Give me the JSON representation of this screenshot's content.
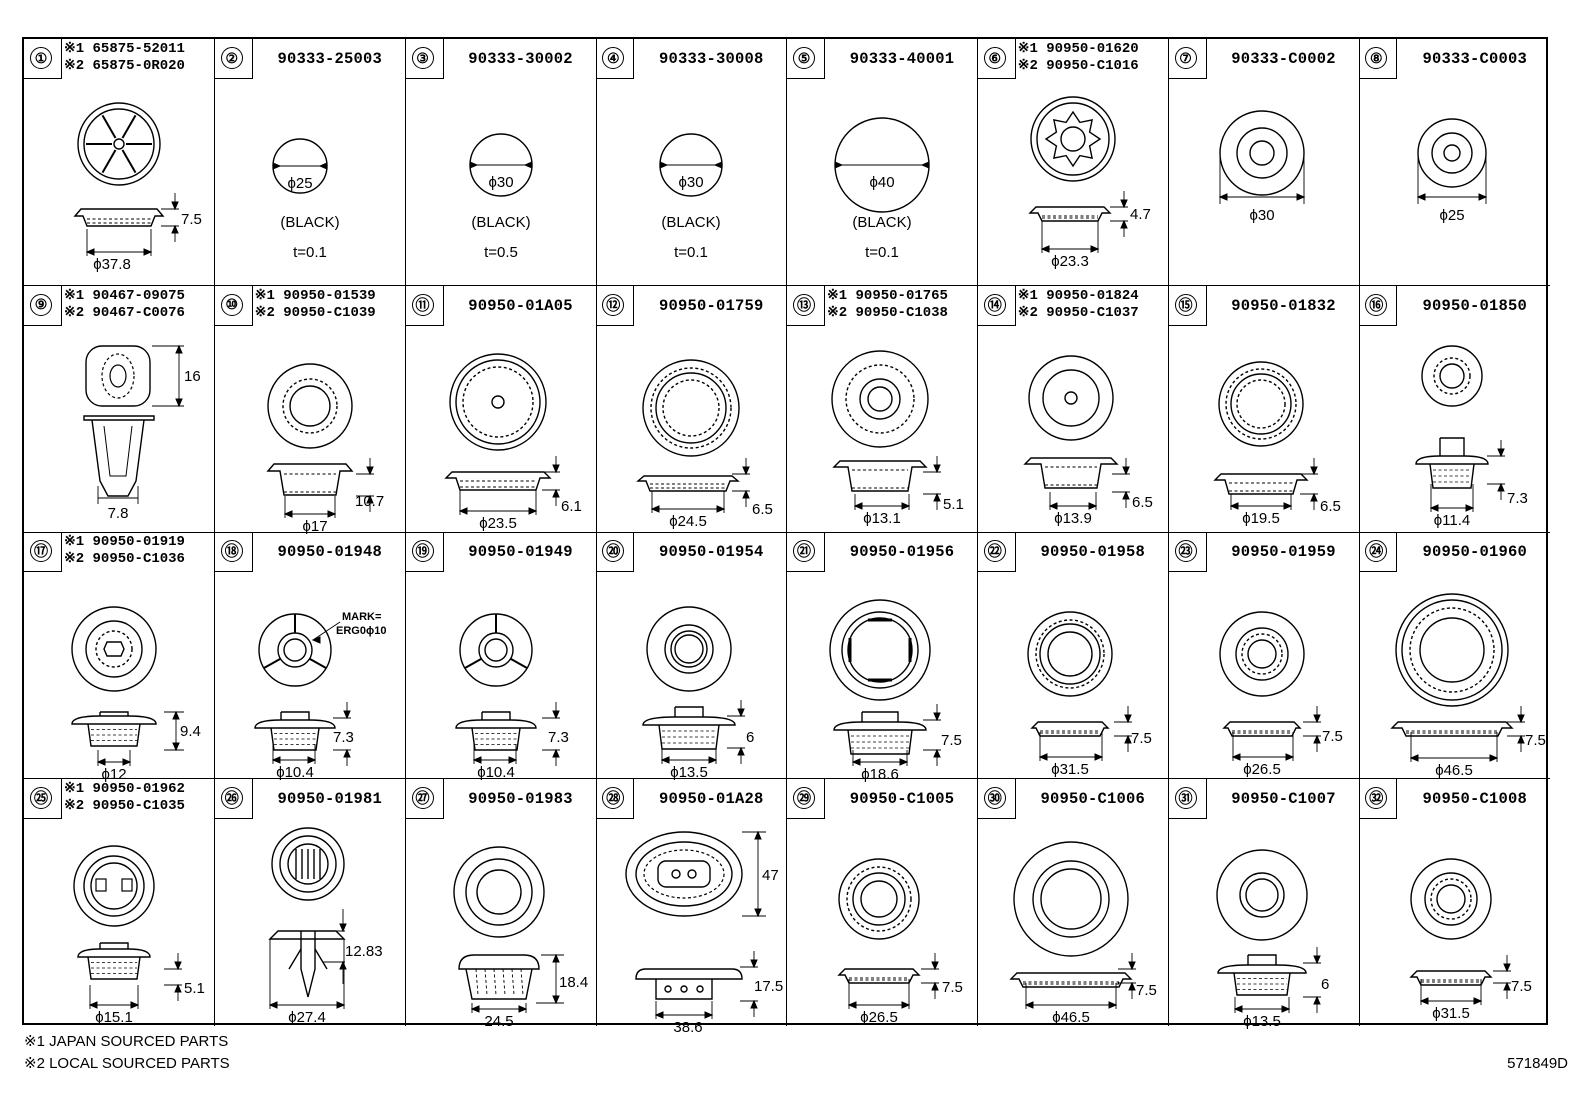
{
  "cells": [
    {
      "num": "①",
      "parts": [
        "※1 65875-52011",
        "※2 65875-0R020"
      ],
      "dims": [
        "7.5",
        "ϕ37.8"
      ],
      "extra": []
    },
    {
      "num": "②",
      "parts": [
        "90333-25003"
      ],
      "dims": [
        "ϕ25"
      ],
      "extra": [
        "(BLACK)",
        "t=0.1"
      ]
    },
    {
      "num": "③",
      "parts": [
        "90333-30002"
      ],
      "dims": [
        "ϕ30"
      ],
      "extra": [
        "(BLACK)",
        "t=0.5"
      ]
    },
    {
      "num": "④",
      "parts": [
        "90333-30008"
      ],
      "dims": [
        "ϕ30"
      ],
      "extra": [
        "(BLACK)",
        "t=0.1"
      ]
    },
    {
      "num": "⑤",
      "parts": [
        "90333-40001"
      ],
      "dims": [
        "ϕ40"
      ],
      "extra": [
        "(BLACK)",
        "t=0.1"
      ]
    },
    {
      "num": "⑥",
      "parts": [
        "※1 90950-01620",
        "※2 90950-C1016"
      ],
      "dims": [
        "4.7",
        "ϕ23.3"
      ],
      "extra": []
    },
    {
      "num": "⑦",
      "parts": [
        "90333-C0002"
      ],
      "dims": [
        "ϕ30"
      ],
      "extra": []
    },
    {
      "num": "⑧",
      "parts": [
        "90333-C0003"
      ],
      "dims": [
        "ϕ25"
      ],
      "extra": []
    },
    {
      "num": "⑨",
      "parts": [
        "※1 90467-09075",
        "※2 90467-C0076"
      ],
      "dims": [
        "16",
        "7.8"
      ],
      "extra": []
    },
    {
      "num": "⑩",
      "parts": [
        "※1 90950-01539",
        "※2 90950-C1039"
      ],
      "dims": [
        "10.7",
        "ϕ17"
      ],
      "extra": []
    },
    {
      "num": "⑪",
      "parts": [
        "90950-01A05"
      ],
      "dims": [
        "6.1",
        "ϕ23.5"
      ],
      "extra": []
    },
    {
      "num": "⑫",
      "parts": [
        "90950-01759"
      ],
      "dims": [
        "6.5",
        "ϕ24.5"
      ],
      "extra": []
    },
    {
      "num": "⑬",
      "parts": [
        "※1 90950-01765",
        "※2 90950-C1038"
      ],
      "dims": [
        "5.1",
        "ϕ13.1"
      ],
      "extra": []
    },
    {
      "num": "⑭",
      "parts": [
        "※1 90950-01824",
        "※2 90950-C1037"
      ],
      "dims": [
        "6.5",
        "ϕ13.9"
      ],
      "extra": []
    },
    {
      "num": "⑮",
      "parts": [
        "90950-01832"
      ],
      "dims": [
        "6.5",
        "ϕ19.5"
      ],
      "extra": []
    },
    {
      "num": "⑯",
      "parts": [
        "90950-01850"
      ],
      "dims": [
        "7.3",
        "ϕ11.4"
      ],
      "extra": []
    },
    {
      "num": "⑰",
      "parts": [
        "※1 90950-01919",
        "※2 90950-C1036"
      ],
      "dims": [
        "9.4",
        "ϕ12"
      ],
      "extra": []
    },
    {
      "num": "⑱",
      "parts": [
        "90950-01948"
      ],
      "dims": [
        "7.3",
        "ϕ10.4"
      ],
      "extra": [
        "MARK=",
        "ERG0ϕ10"
      ]
    },
    {
      "num": "⑲",
      "parts": [
        "90950-01949"
      ],
      "dims": [
        "7.3",
        "ϕ10.4"
      ],
      "extra": []
    },
    {
      "num": "⑳",
      "parts": [
        "90950-01954"
      ],
      "dims": [
        "6",
        "ϕ13.5"
      ],
      "extra": []
    },
    {
      "num": "㉑",
      "parts": [
        "90950-01956"
      ],
      "dims": [
        "7.5",
        "ϕ18.6"
      ],
      "extra": []
    },
    {
      "num": "㉒",
      "parts": [
        "90950-01958"
      ],
      "dims": [
        "7.5",
        "ϕ31.5"
      ],
      "extra": []
    },
    {
      "num": "㉓",
      "parts": [
        "90950-01959"
      ],
      "dims": [
        "7.5",
        "ϕ26.5"
      ],
      "extra": []
    },
    {
      "num": "㉔",
      "parts": [
        "90950-01960"
      ],
      "dims": [
        "7.5",
        "ϕ46.5"
      ],
      "extra": []
    },
    {
      "num": "㉕",
      "parts": [
        "※1 90950-01962",
        "※2 90950-C1035"
      ],
      "dims": [
        "5.1",
        "ϕ15.1"
      ],
      "extra": []
    },
    {
      "num": "㉖",
      "parts": [
        "90950-01981"
      ],
      "dims": [
        "12.83",
        "ϕ27.4"
      ],
      "extra": []
    },
    {
      "num": "㉗",
      "parts": [
        "90950-01983"
      ],
      "dims": [
        "18.4",
        "24.5"
      ],
      "extra": []
    },
    {
      "num": "㉘",
      "parts": [
        "90950-01A28"
      ],
      "dims": [
        "47",
        "17.5",
        "38.6"
      ],
      "extra": []
    },
    {
      "num": "㉙",
      "parts": [
        "90950-C1005"
      ],
      "dims": [
        "7.5",
        "ϕ26.5"
      ],
      "extra": []
    },
    {
      "num": "㉚",
      "parts": [
        "90950-C1006"
      ],
      "dims": [
        "7.5",
        "ϕ46.5"
      ],
      "extra": []
    },
    {
      "num": "㉛",
      "parts": [
        "90950-C1007"
      ],
      "dims": [
        "6",
        "ϕ13.5"
      ],
      "extra": []
    },
    {
      "num": "㉜",
      "parts": [
        "90950-C1008"
      ],
      "dims": [
        "7.5",
        "ϕ31.5"
      ],
      "extra": []
    }
  ],
  "notes": [
    "※1 JAPAN SOURCED PARTS",
    "※2 LOCAL SOURCED PARTS"
  ],
  "catalog_code": "571849D"
}
